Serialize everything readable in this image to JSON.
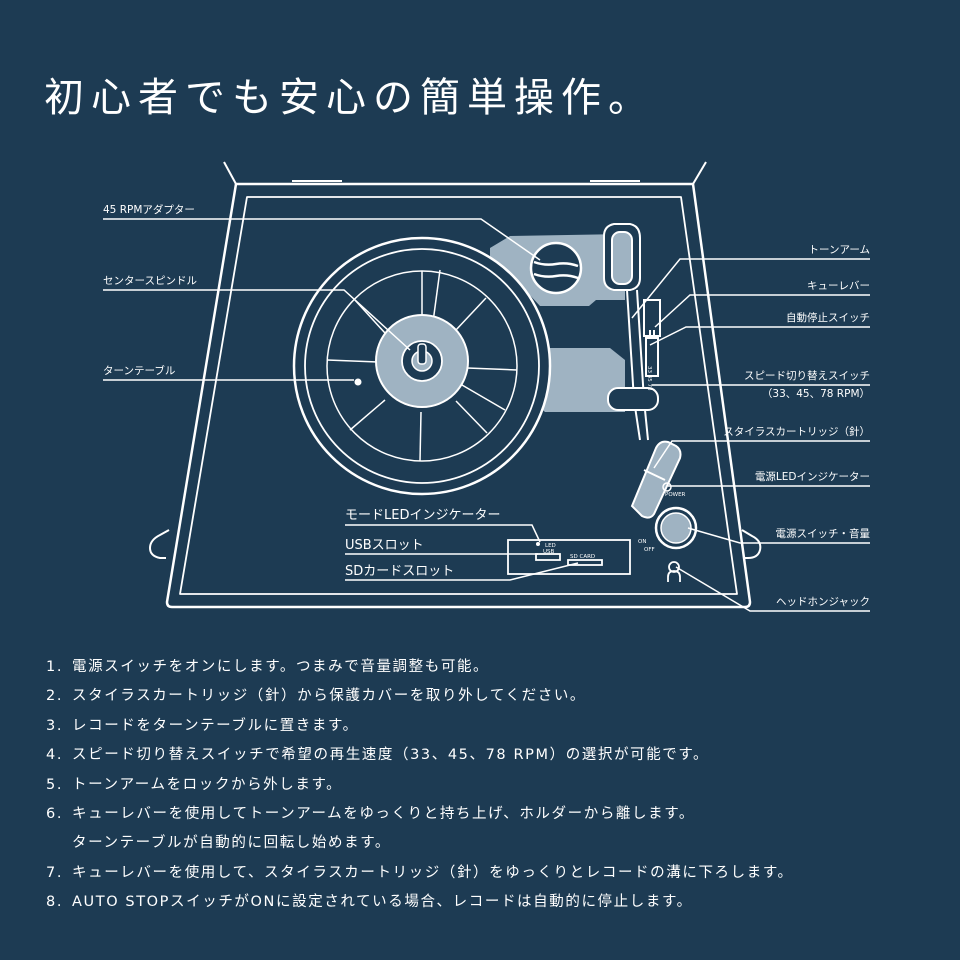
{
  "title": "初心者でも安心の簡単操作。",
  "labels": {
    "adapter": "45 RPMアダプター",
    "center_spindle": "センタースピンドル",
    "turntable": "ターンテーブル",
    "tonearm": "トーンアーム",
    "cue_lever": "キューレバー",
    "auto_stop": "自動停止スイッチ",
    "speed_switch": "スピード切り替えスイッチ",
    "speed_values": "（33、45、78 RPM）",
    "stylus": "スタイラスカートリッジ（針）",
    "power_led": "電源LEDインジケーター",
    "power_volume": "電源スイッチ・音量",
    "headphone": "ヘッドホンジャック",
    "mode_led": "モードLEDインジケーター",
    "usb_slot": "USBスロット",
    "sd_slot": "SDカードスロット"
  },
  "panel_text": {
    "led": "LED",
    "usb": "USB",
    "sd_card": "SD CARD",
    "on": "ON",
    "off": "OFF",
    "power": "POWER"
  },
  "steps": [
    {
      "num": "1.",
      "text": "電源スイッチをオンにします。つまみで音量調整も可能。"
    },
    {
      "num": "2.",
      "text": "スタイラスカートリッジ（針）から保護カバーを取り外してください。"
    },
    {
      "num": "3.",
      "text": "レコードをターンテーブルに置きます。"
    },
    {
      "num": "4.",
      "text": "スピード切り替えスイッチで希望の再生速度（33、45、78 RPM）の選択が可能です。"
    },
    {
      "num": "5.",
      "text": "トーンアームをロックから外します。"
    },
    {
      "num": "6.",
      "text": "キューレバーを使用してトーンアームをゆっくりと持ち上げ、ホルダーから離します。",
      "cont": "ターンテーブルが自動的に回転し始めます。"
    },
    {
      "num": "7.",
      "text": "キューレバーを使用して、スタイラスカートリッジ（針）をゆっくりとレコードの溝に下ろします。"
    },
    {
      "num": "8.",
      "text": "AUTO STOPスイッチがONに設定されている場合、レコードは自動的に停止します。"
    }
  ],
  "colors": {
    "background": "#1d3b53",
    "line": "#ffffff",
    "fill_light": "#9fb3c2"
  }
}
